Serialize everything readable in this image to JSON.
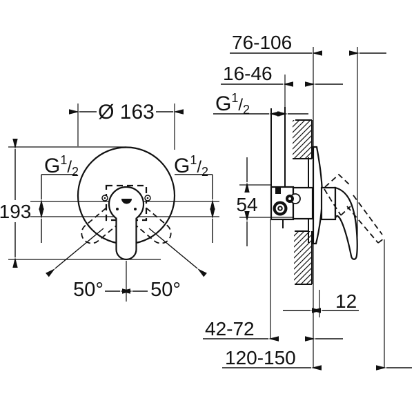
{
  "drawing": {
    "thread_label": {
      "g": "G",
      "num": "1",
      "slash": "/",
      "den": "2"
    },
    "front_view": {
      "diameter_label": "Ø 163",
      "height_label": "193",
      "angle_left": "50°",
      "angle_right": "50°"
    },
    "side_view": {
      "wall_to_handle_range": "76-106",
      "adjustment_range": "16-46",
      "inlet_offset": "54",
      "plate_offset": "12",
      "rough_in_depth_range": "42-72",
      "total_depth_range": "120-150"
    }
  }
}
